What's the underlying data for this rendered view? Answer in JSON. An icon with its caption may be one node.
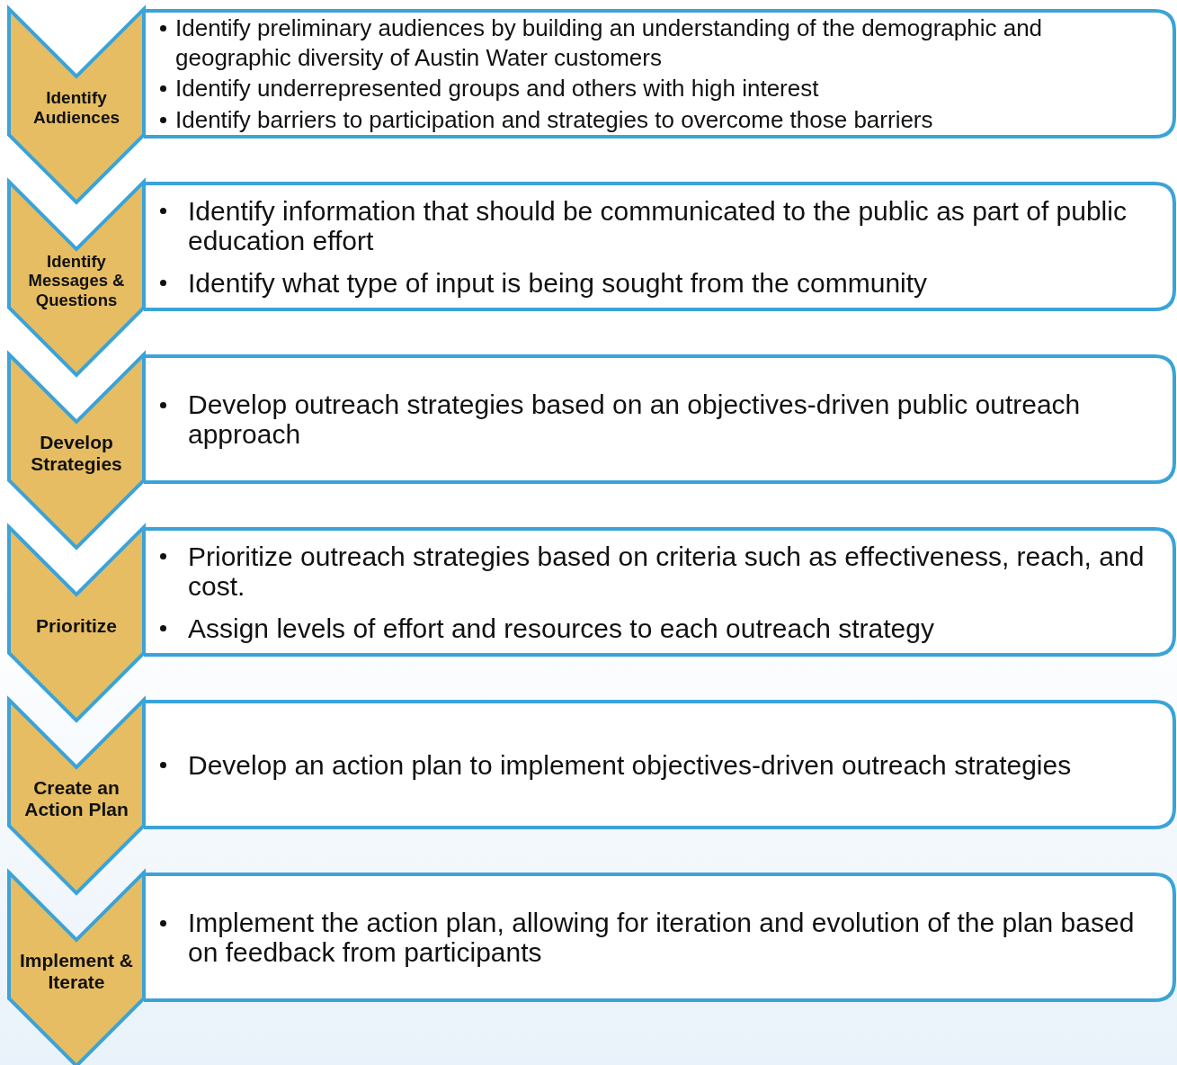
{
  "diagram": {
    "nodes": [
      {
        "text": [
          "Identify Audiences"
        ]
      },
      {
        "text": [
          "Identify preliminary audiences by building an understanding of the demographic and geographic diversity of Austin Water customers",
          "Identify underrepresented groups and others with high interest",
          "Identify barriers to participation and strategies to overcome those barriers"
        ]
      },
      {
        "text": [
          "Identify Messages & Questions"
        ]
      },
      {
        "text": [
          "Identify information that should be communicated to the public as part of public education effort",
          "Identify what type of input is being sought from the community"
        ]
      },
      {
        "text": [
          "Develop Strategies"
        ]
      },
      {
        "text": [
          "Develop outreach strategies based on an objectives-driven public outreach approach"
        ]
      },
      {
        "text": [
          "Prioritize"
        ]
      },
      {
        "text": [
          "Prioritize outreach strategies based on criteria such as effectiveness, reach, and cost.",
          "Assign levels of effort and resources to each outreach strategy"
        ]
      },
      {
        "text": [
          "Create an Action Plan"
        ]
      },
      {
        "text": [
          "Develop an action plan to implement objectives-driven outreach strategies"
        ]
      },
      {
        "text": [
          "Implement & Iterate"
        ]
      },
      {
        "text": [
          "Implement the action plan, allowing for iteration and evolution of the plan based on feedback from participants"
        ]
      }
    ]
  }
}
